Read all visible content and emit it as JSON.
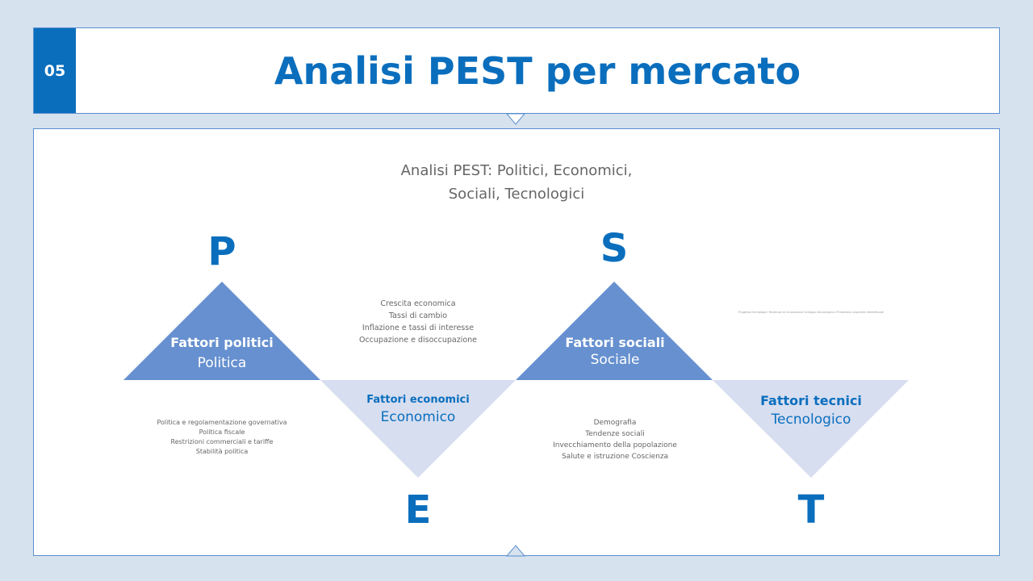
{
  "header": {
    "number": "05",
    "title": "Analisi PEST per mercato"
  },
  "subtitle": [
    "Analisi PEST: Politici, Economici,",
    "Sociali, Tecnologici"
  ],
  "colors": {
    "accent": "#0a6ebd",
    "triangle_dark": "#6690cf",
    "triangle_light": "#d7def0"
  },
  "factors": [
    {
      "letter": "P",
      "title": "Fattori politici",
      "label": "Politica",
      "items": [
        "Politica e regolamentazione governativa",
        "Politica fiscale",
        "Restrizioni commerciali e tariffe",
        "Stabilità politica"
      ]
    },
    {
      "letter": "E",
      "title": "Fattori economici",
      "label": "Economico",
      "items": [
        "Crescita economica",
        "Tassi di cambio",
        "Inflazione e tassi di interesse",
        "Occupazione e disoccupazione"
      ]
    },
    {
      "letter": "S",
      "title": "Fattori sociali",
      "label": "Sociale",
      "items": [
        "Demografia",
        "Tendenze sociali",
        "Invecchiamento della popolazione",
        "Salute e istruzione Coscienza"
      ]
    },
    {
      "letter": "T",
      "title": "Fattori tecnici",
      "label": "Tecnologico",
      "items": [
        "Progressi tecnologici Tendenze di innovazione Sviluppo tecnologico e Protezione proprietà intellettuale"
      ]
    }
  ]
}
